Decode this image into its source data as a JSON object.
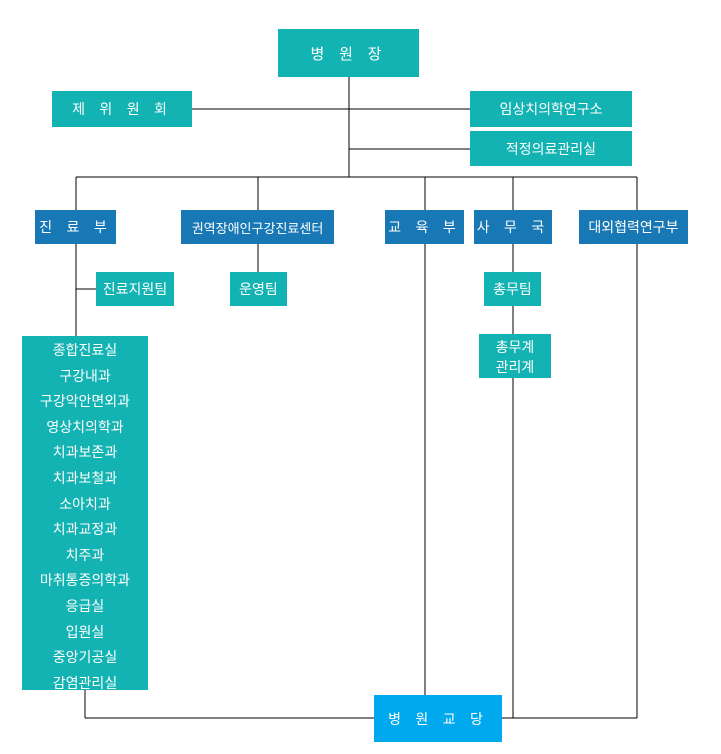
{
  "director": "병 원 장",
  "committee": "제 위 원 회",
  "research_institute": "임상치의학연구소",
  "qi_office": "적정의료관리실",
  "departments": {
    "clinical": "진 료 부",
    "regional_center": "권역장애인구강진료센터",
    "education": "교 육 부",
    "admin": "사 무 국",
    "external": "대외협력연구부"
  },
  "teams": {
    "clinical_support": "진료지원팀",
    "operations": "운영팀",
    "general_affairs": "총무팀"
  },
  "admin_sections": [
    "총무계",
    "관리계"
  ],
  "clinics": [
    "종합진료실",
    "구강내과",
    "구강악안면외과",
    "영상치의학과",
    "치과보존과",
    "치과보철과",
    "소아치과",
    "치과교정과",
    "치주과",
    "마취통증의학과",
    "응급실",
    "입원실",
    "중앙기공실",
    "감염관리실"
  ],
  "union": "병 원 교 당"
}
